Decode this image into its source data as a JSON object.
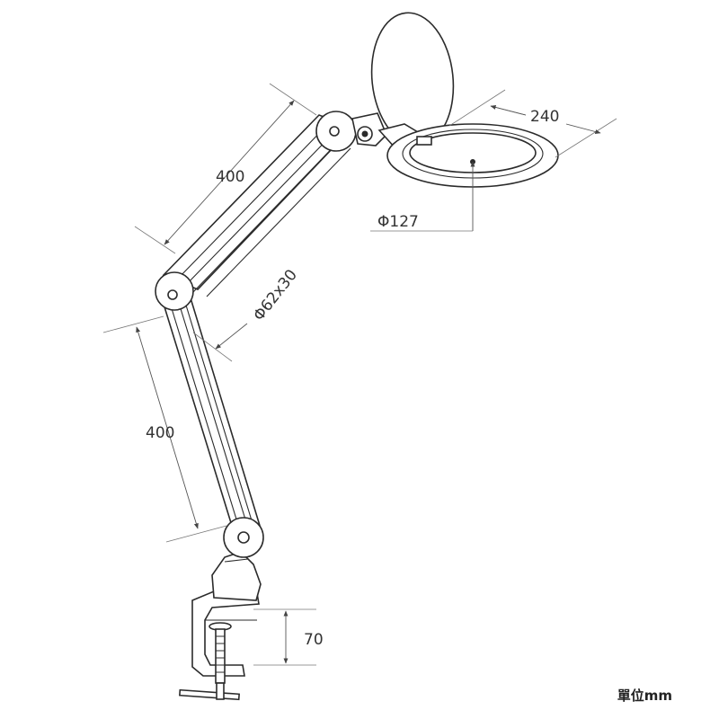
{
  "dimensions": {
    "upper_arm_length": "400",
    "lower_arm_length": "400",
    "head_width": "240",
    "lens_diameter": "Φ127",
    "arm_section": "Φ62x30",
    "clamp_height": "70"
  },
  "unit_label": "單位mm",
  "colors": {
    "line": "#2b2b2b",
    "dimension": "#555555",
    "background": "#ffffff"
  },
  "icons": {
    "arrowhead": "dimension-arrow-icon"
  }
}
